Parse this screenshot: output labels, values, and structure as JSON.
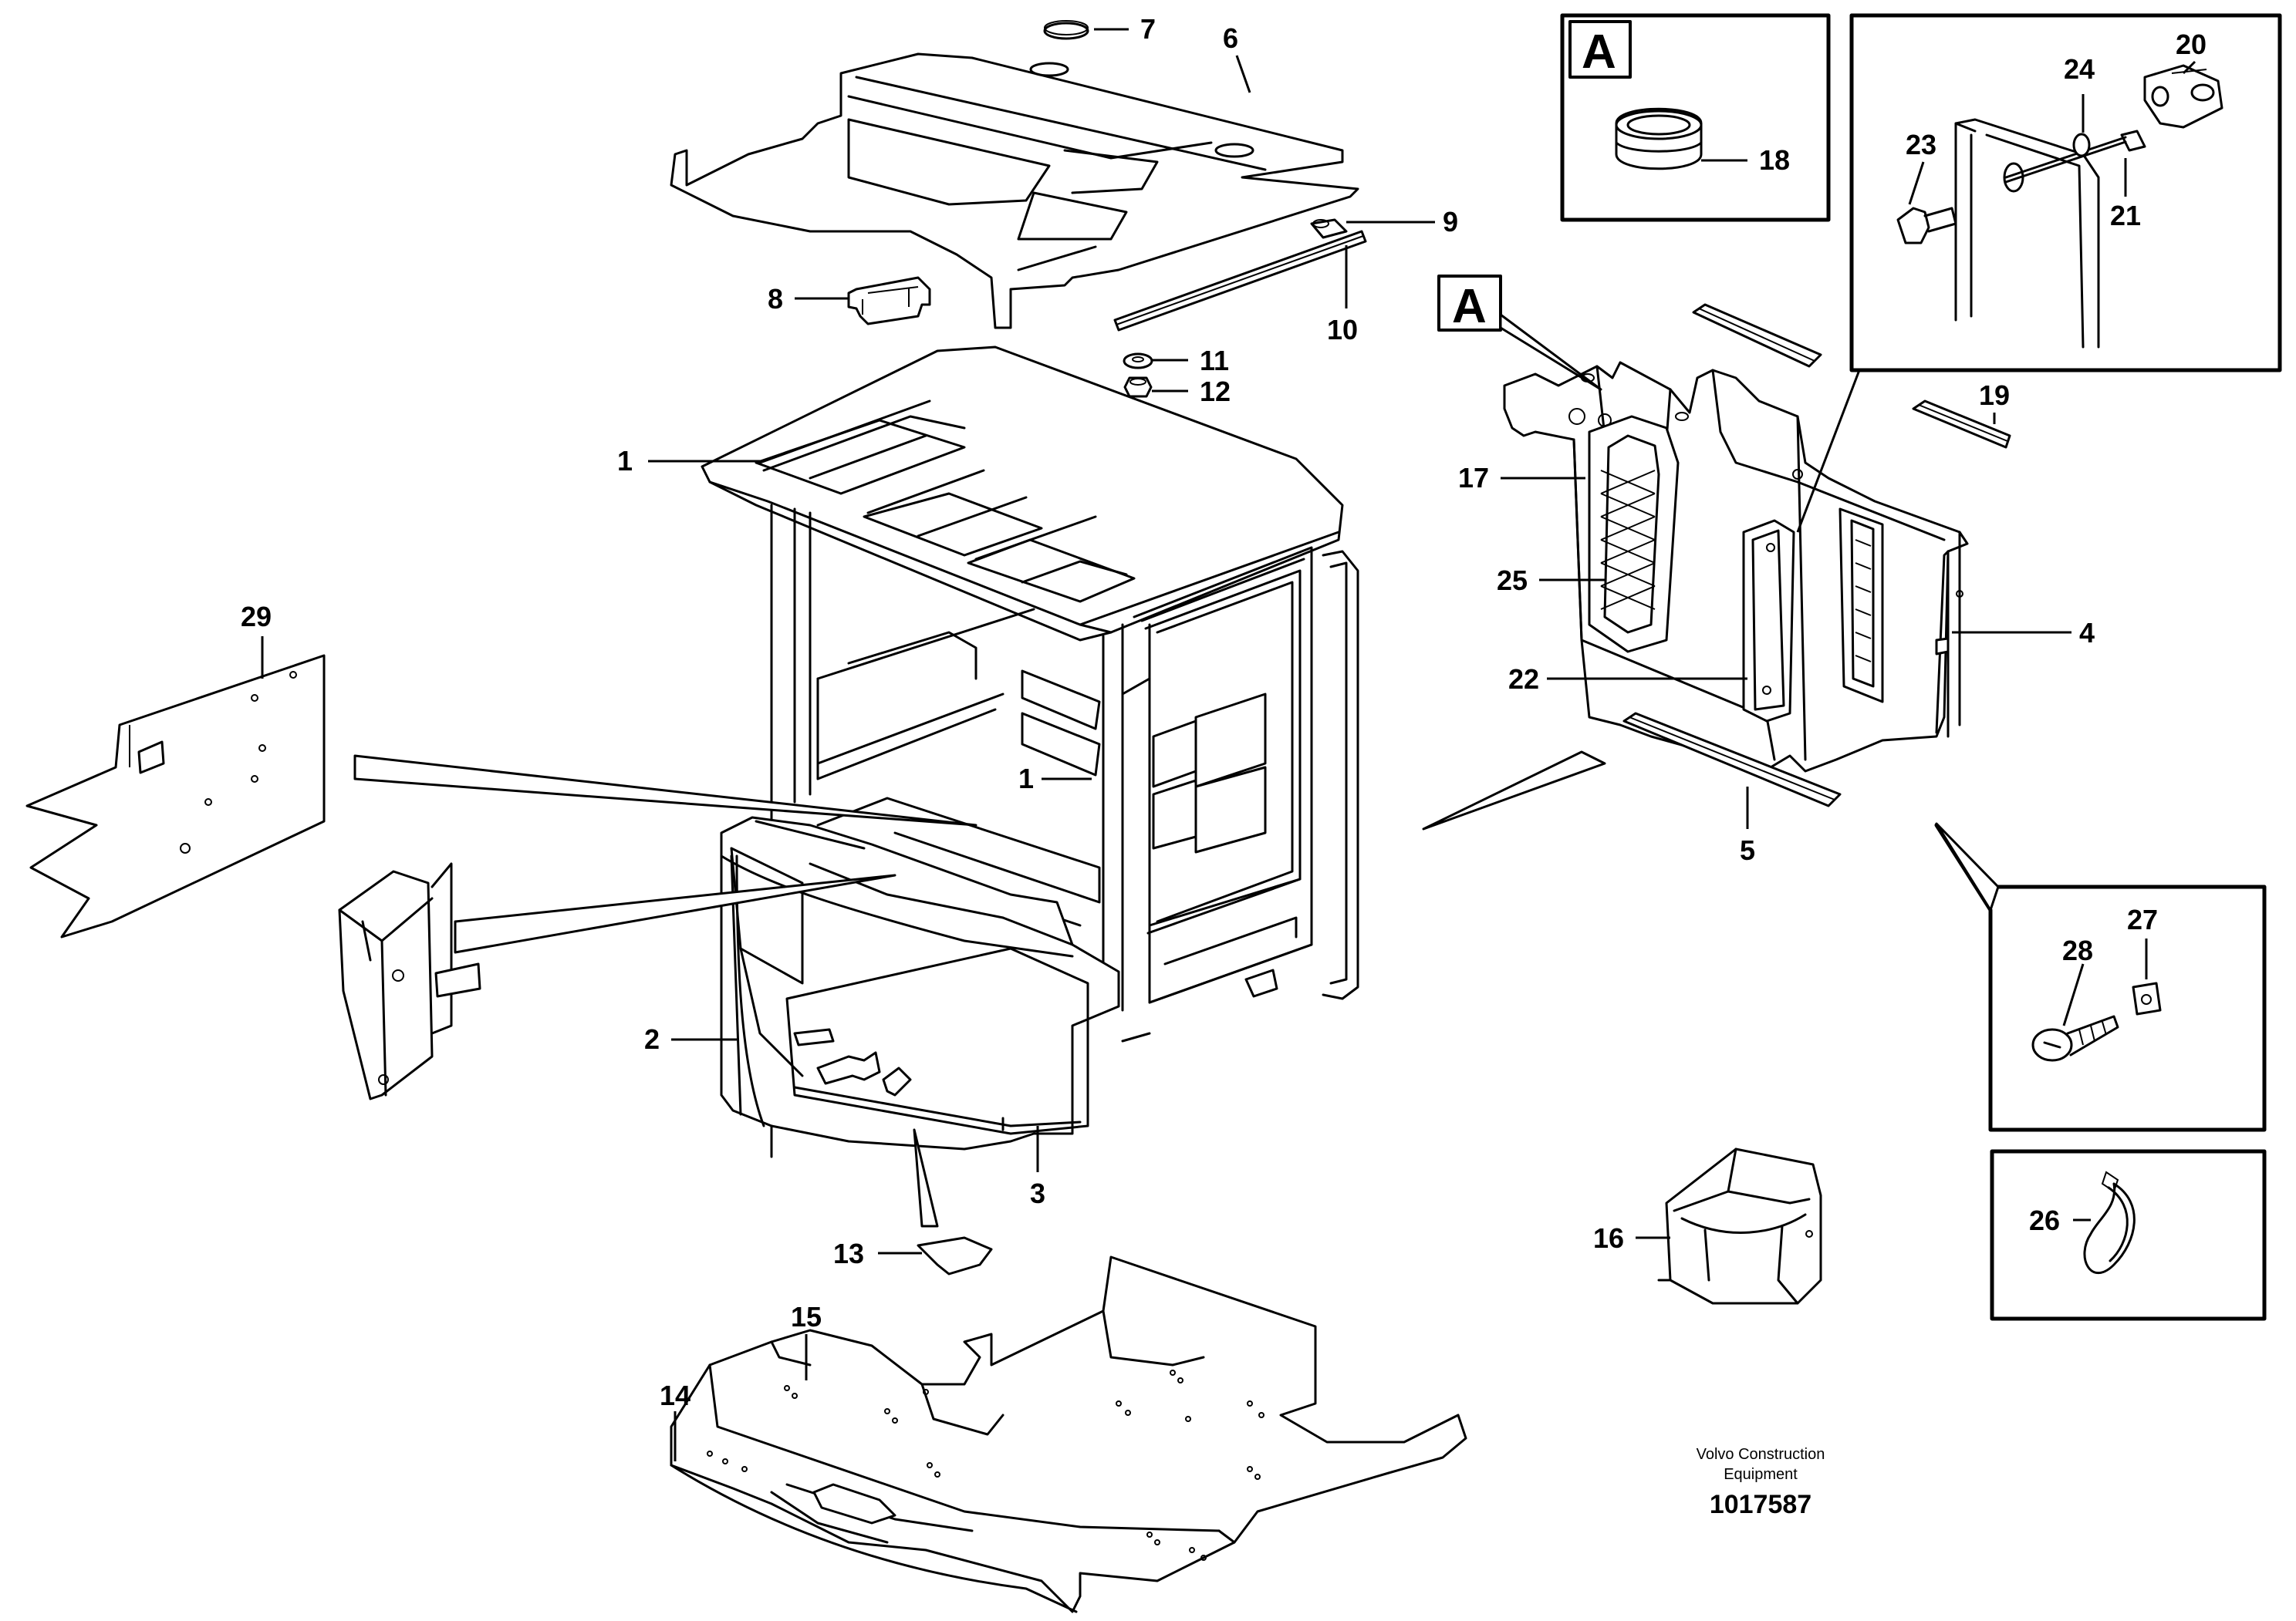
{
  "callouts": {
    "p1a": "1",
    "p1b": "1",
    "p2": "2",
    "p3": "3",
    "p4": "4",
    "p5": "5",
    "p6": "6",
    "p7": "7",
    "p8": "8",
    "p9": "9",
    "p10": "10",
    "p11": "11",
    "p12": "12",
    "p13": "13",
    "p14": "14",
    "p15": "15",
    "p16": "16",
    "p17": "17",
    "p18": "18",
    "p19": "19",
    "p20": "20",
    "p21": "21",
    "p22": "22",
    "p23": "23",
    "p24": "24",
    "p25": "25",
    "p26": "26",
    "p27": "27",
    "p28": "28",
    "p29": "29"
  },
  "detail_refs": {
    "box_a": "A",
    "panel_a": "A"
  },
  "footer": {
    "manufacturer_line1": "Volvo Construction",
    "manufacturer_line2": "Equipment",
    "drawing_number": "1017587"
  }
}
